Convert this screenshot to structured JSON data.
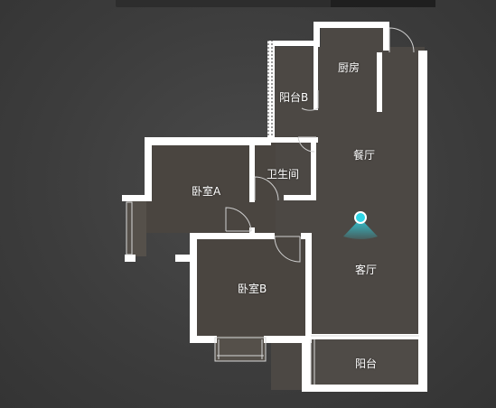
{
  "floorplan": {
    "rooms": [
      {
        "id": "kitchen",
        "label": "厨房"
      },
      {
        "id": "balcony-b",
        "label": "阳台B"
      },
      {
        "id": "dining",
        "label": "餐厅"
      },
      {
        "id": "bathroom",
        "label": "卫生间"
      },
      {
        "id": "bedroom-a",
        "label": "卧室A"
      },
      {
        "id": "living",
        "label": "客厅"
      },
      {
        "id": "bedroom-b",
        "label": "卧室B"
      },
      {
        "id": "balcony",
        "label": "阳台"
      }
    ],
    "colors": {
      "wall": "#ffffff",
      "floor": "#4e4a46",
      "marker": "#2fd6e6",
      "background": "#3c3c3c"
    },
    "marker_icon": "location-view-cone-icon"
  }
}
